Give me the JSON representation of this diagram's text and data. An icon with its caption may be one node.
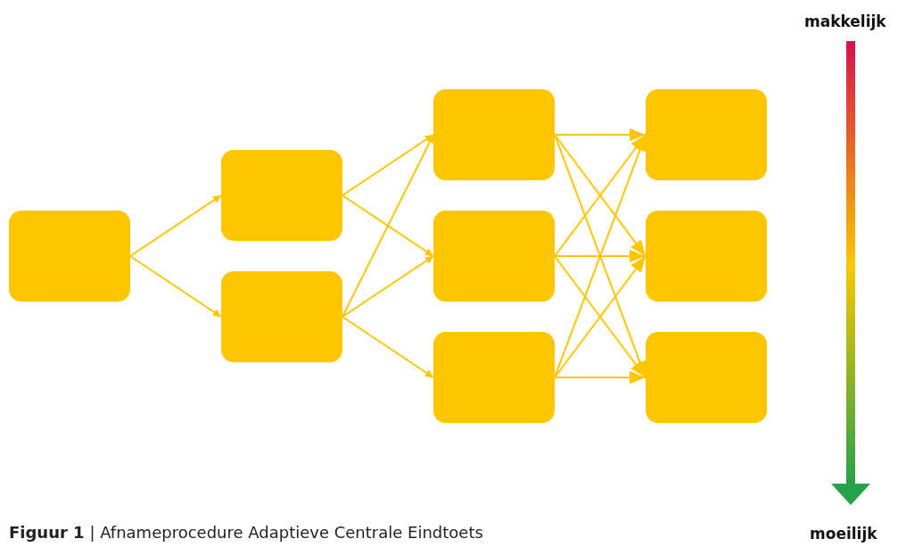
{
  "diagram": {
    "caption": "**Figuur 1** | Afnameprocedure Adaptieve Centrale Eindtoets",
    "nodes": [
      {
        "text": [],
        "shape": "box"
      },
      {
        "text": [],
        "shape": "box"
      },
      {
        "text": [],
        "shape": "box"
      },
      {
        "text": [],
        "shape": "box"
      },
      {
        "text": [],
        "shape": "box"
      },
      {
        "text": [],
        "shape": "box"
      },
      {
        "text": [],
        "shape": "box"
      },
      {
        "text": [],
        "shape": "box"
      },
      {
        "text": [],
        "shape": "box"
      }
    ],
    "edges": [
      {
        "from": 0,
        "to": 1,
        "arrow": "to"
      },
      {
        "from": 0,
        "to": 2,
        "arrow": "to"
      },
      {
        "from": 1,
        "to": 3,
        "arrow": "to"
      },
      {
        "from": 1,
        "to": 4,
        "arrow": "to"
      },
      {
        "from": 2,
        "to": 3,
        "arrow": "to"
      },
      {
        "from": 2,
        "to": 4,
        "arrow": "to"
      },
      {
        "from": 2,
        "to": 5,
        "arrow": "to"
      },
      {
        "from": 3,
        "to": 6,
        "arrow": "to"
      },
      {
        "from": 3,
        "to": 7,
        "arrow": "to"
      },
      {
        "from": 3,
        "to": 8,
        "arrow": "to"
      },
      {
        "from": 4,
        "to": 6,
        "arrow": "to"
      },
      {
        "from": 4,
        "to": 7,
        "arrow": "to"
      },
      {
        "from": 4,
        "to": 8,
        "arrow": "to"
      },
      {
        "from": 5,
        "to": 6,
        "arrow": "to"
      },
      {
        "from": 5,
        "to": 7,
        "arrow": "to"
      },
      {
        "from": 5,
        "to": 8,
        "arrow": "to"
      }
    ],
    "labels": [
      "makkelijk",
      "moeilijk"
    ]
  }
}
